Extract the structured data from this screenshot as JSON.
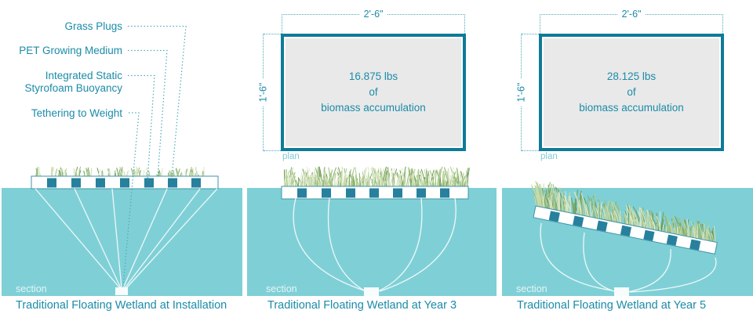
{
  "legend": {
    "items": [
      {
        "label": "Grass Plugs"
      },
      {
        "label": "PET Growing Medium"
      },
      {
        "label": "Integrated Static\nStyrofoam Buoyancy"
      },
      {
        "label": "Tethering to Weight"
      }
    ]
  },
  "panels": [
    {
      "view_label": "section",
      "caption": "Traditional Floating Wetland at Installation"
    },
    {
      "plan": {
        "view_label": "plan",
        "width_dim": "2'-6\"",
        "height_dim": "1'-6\"",
        "biomass_lines": [
          "16.875 lbs",
          "of",
          "biomass accumulation"
        ]
      },
      "view_label": "section",
      "caption": "Traditional Floating Wetland at Year 3"
    },
    {
      "plan": {
        "view_label": "plan",
        "width_dim": "2'-6\"",
        "height_dim": "1'-6\"",
        "biomass_lines": [
          "28.125 lbs",
          "of",
          "biomass accumulation"
        ]
      },
      "view_label": "section",
      "caption": "Traditional Floating Wetland at Year 5"
    }
  ],
  "colors": {
    "water": "#7fd0d6",
    "teal_text": "#1b8ba8",
    "plan_border": "#0e7b98",
    "plan_fill": "#e9e9e9",
    "plug": "#27809d",
    "dotted_line": "#4aa9bd"
  }
}
